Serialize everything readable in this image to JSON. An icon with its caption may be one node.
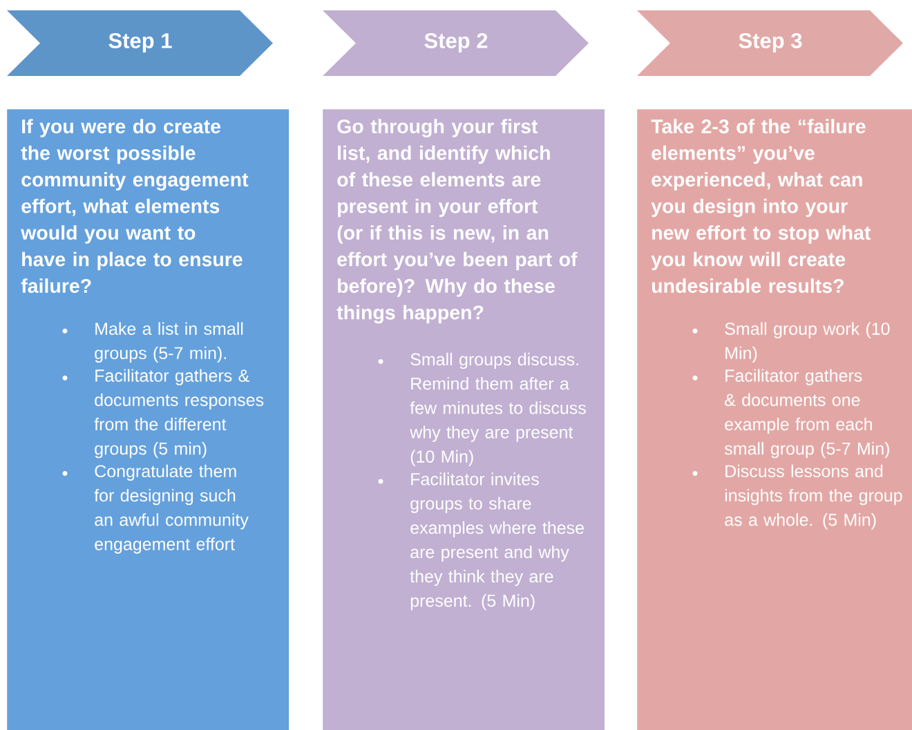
{
  "diagram": {
    "nodes": [
      {
        "text": [
          "Step 1"
        ]
      },
      {
        "text": [
          "Step 2"
        ]
      },
      {
        "text": [
          "Step 3"
        ]
      },
      {
        "text": [
          "If you were do create the worst possible community engagement effort, what elements would you want to have in place to ensure failure?",
          "Make a list in small groups (5-7 min).",
          "Facilitator gathers & documents responses from the different groups (5 min)",
          "Congratulate them for designing such an awful community engagement effort"
        ]
      },
      {
        "text": [
          "Go through your first list, and identify which of these elements are present in your effort (or if this is new, in an effort you’ve been part of before)? Why do these things happen?",
          "Small groups discuss. Remind them after a few minutes to discuss why they are present (10 Min)",
          "Facilitator invites groups to share examples where these are present and why they think they are present. (5 Min)"
        ]
      },
      {
        "text": [
          "Take 2-3 of the “failure elements” you’ve experienced, what can you design into your new effort to stop what you know will create undesirable results?",
          "Small group work (10 Min)",
          "Facilitator gathers & documents one example from each small group (5-7 Min)",
          "Discuss lessons and insights from the group as a whole. (5 Min)"
        ]
      }
    ]
  }
}
